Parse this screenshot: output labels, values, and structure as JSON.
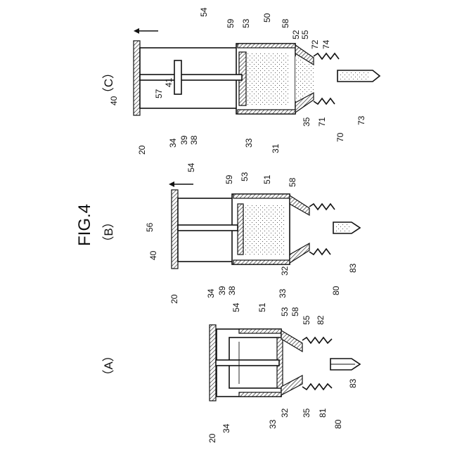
{
  "figure": {
    "title": "FIG.4",
    "panels": [
      {
        "id": "A",
        "label": "（A）"
      },
      {
        "id": "B",
        "label": "（B）"
      },
      {
        "id": "C",
        "label": "（C）"
      }
    ]
  },
  "labels": {
    "A": [
      "54",
      "51",
      "53",
      "58",
      "55",
      "82",
      "20",
      "34",
      "33",
      "32",
      "35",
      "81",
      "80",
      "83"
    ],
    "B": [
      "54",
      "59",
      "53",
      "51",
      "58",
      "56",
      "40",
      "20",
      "34",
      "39",
      "38",
      "33",
      "32",
      "80",
      "83"
    ],
    "C": [
      "54",
      "59",
      "53",
      "50",
      "58",
      "52",
      "55",
      "72",
      "74",
      "40",
      "57",
      "41",
      "20",
      "34",
      "39",
      "38",
      "33",
      "31",
      "35",
      "71",
      "70",
      "73"
    ]
  }
}
